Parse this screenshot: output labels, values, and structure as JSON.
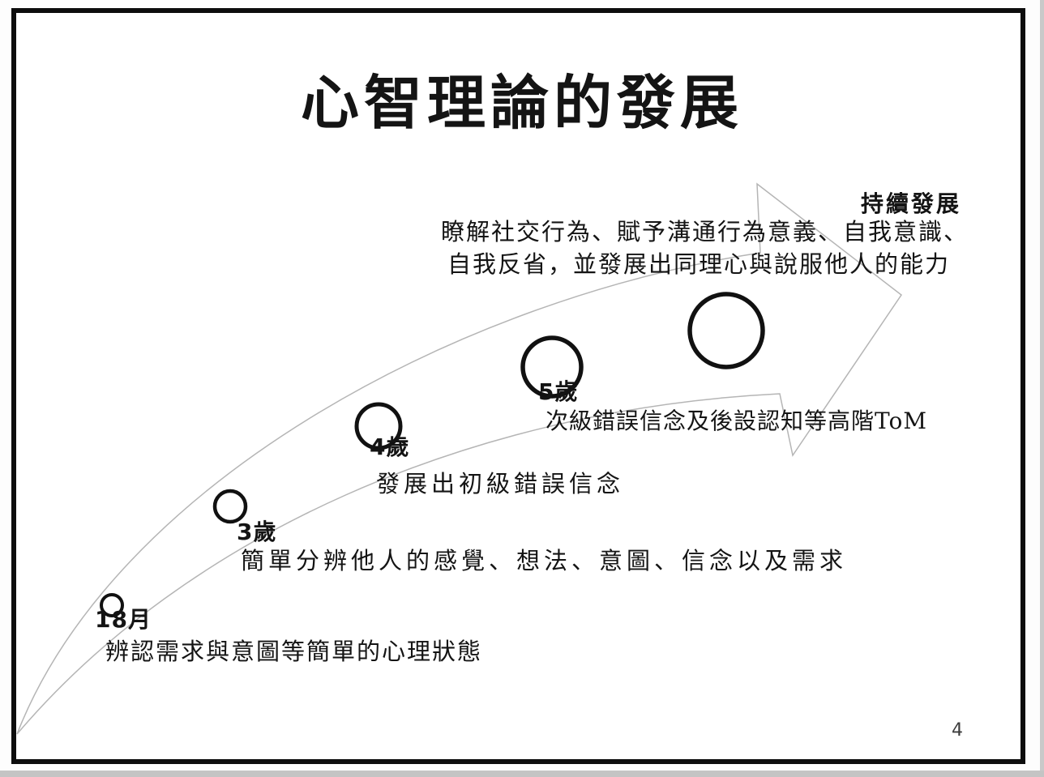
{
  "slide": {
    "title": "心智理論的發展",
    "page_number": "4"
  },
  "continued": {
    "label": "持續發展",
    "line1": "瞭解社交行為、賦予溝通行為意義、自我意識、",
    "line2": "自我反省，並發展出同理心與說服他人的能力"
  },
  "milestones": [
    {
      "age": "18月",
      "description": "辨認需求與意圖等簡單的心理狀態"
    },
    {
      "age": "3歲",
      "description": "簡單分辨他人的感覺、想法、意圖、信念以及需求"
    },
    {
      "age": "4歲",
      "description": "發展出初級錯誤信念"
    },
    {
      "age": "5歲",
      "description": "次級錯誤信念及後設認知等高階ToM"
    }
  ],
  "colors": {
    "text": "#141414",
    "arrow_outline": "#b5b5b5",
    "circle_stroke": "#111111",
    "border": "#0d0d0d"
  }
}
